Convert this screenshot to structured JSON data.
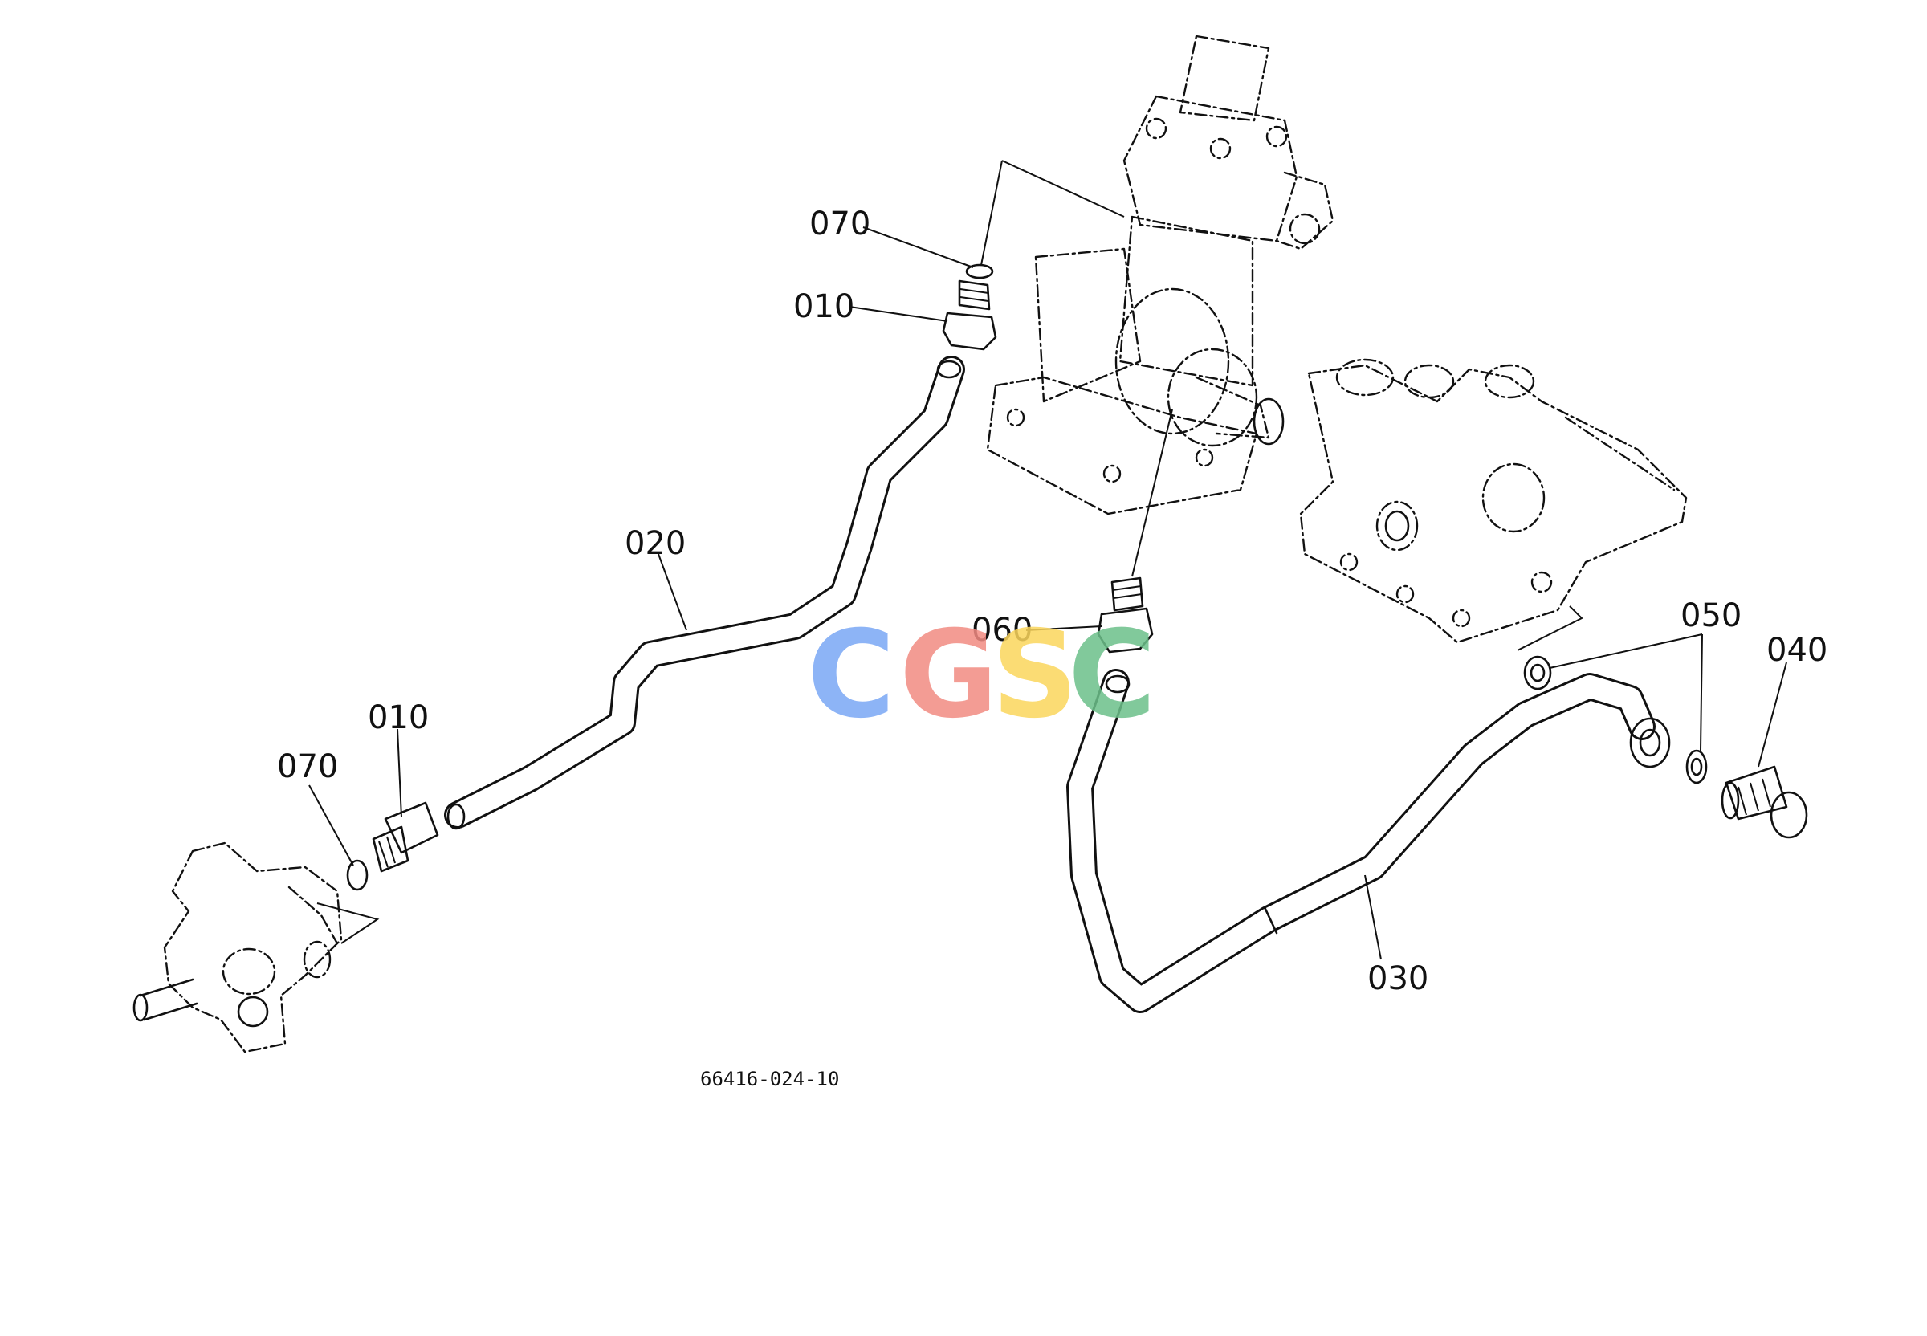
{
  "diagram_number": "66416-024-10",
  "watermark": {
    "letters": [
      "C",
      "G",
      "S",
      "C"
    ],
    "colors": [
      "#7aa7f5",
      "#f28b82",
      "#fbd65c",
      "#6cc08a"
    ]
  },
  "callouts": {
    "c070_top": "070",
    "c010_top": "010",
    "c020": "020",
    "c010_left": "010",
    "c070_left": "070",
    "c060": "060",
    "c030": "030",
    "c050": "050",
    "c040": "040"
  }
}
